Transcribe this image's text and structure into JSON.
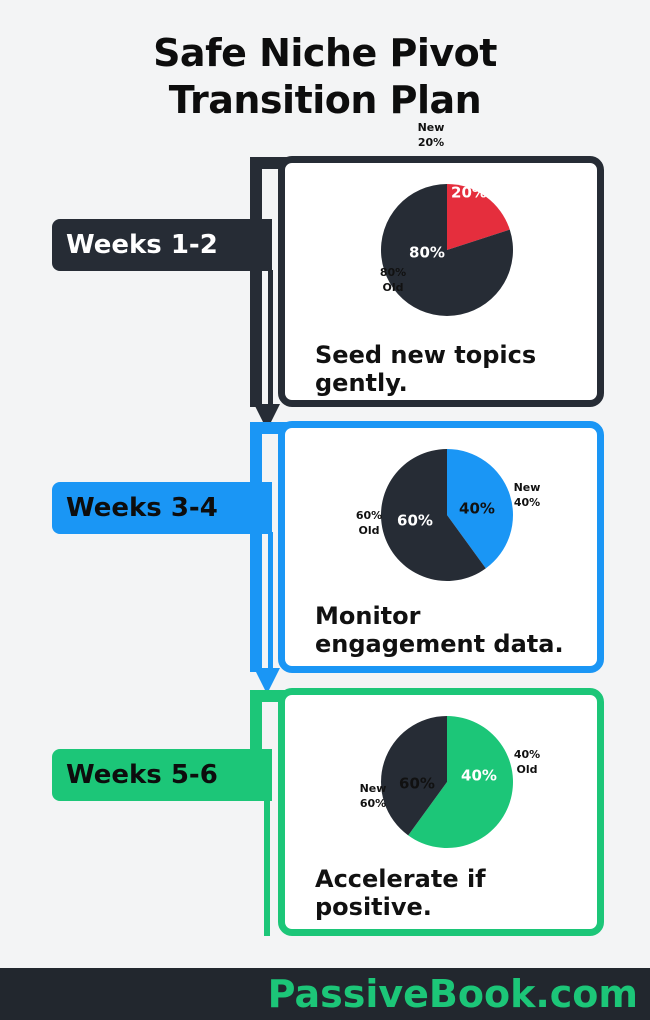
{
  "title_line1": "Safe Niche Pivot",
  "title_line2": "Transition Plan",
  "colors": {
    "dark": "#262c35",
    "red": "#e52e3d",
    "blue": "#1a96f5",
    "green": "#1cc678",
    "background": "#f3f4f5"
  },
  "stages": [
    {
      "label": "Weeks 1-2",
      "text_line1": "Seed new topics",
      "text_line2": "gently.",
      "slice_new_label": "20%",
      "slice_old_label": "80%",
      "outer_new_label_1": "New",
      "outer_new_label_2": "20%",
      "outer_old_label_1": "80%",
      "outer_old_label_2": "Old"
    },
    {
      "label": "Weeks 3-4",
      "text_line1": "Monitor",
      "text_line2": "engagement data.",
      "slice_new_label": "40%",
      "slice_old_label": "60%",
      "outer_new_label_1": "New",
      "outer_new_label_2": "40%",
      "outer_old_label_1": "60%",
      "outer_old_label_2": "Old"
    },
    {
      "label": "Weeks 5-6",
      "text_line1": "Accelerate if",
      "text_line2": "positive.",
      "slice_new_label": "60%",
      "slice_old_label": "40%",
      "outer_new_label_1": "New",
      "outer_new_label_2": "60%",
      "outer_old_label_1": "40%",
      "outer_old_label_2": "Old"
    }
  ],
  "footer_text": "PassiveBook.com",
  "chart_data": [
    {
      "type": "pie",
      "labels": [
        "New",
        "Old"
      ],
      "values": [
        20,
        80
      ],
      "colors": [
        "#e52e3d",
        "#262c35"
      ],
      "title": ""
    },
    {
      "type": "pie",
      "labels": [
        "New",
        "Old"
      ],
      "values": [
        40,
        60
      ],
      "colors": [
        "#1a96f5",
        "#262c35"
      ],
      "title": ""
    },
    {
      "type": "pie",
      "labels": [
        "New",
        "Old"
      ],
      "values": [
        60,
        40
      ],
      "colors": [
        "#1cc678",
        "#262c35"
      ],
      "title": ""
    }
  ]
}
